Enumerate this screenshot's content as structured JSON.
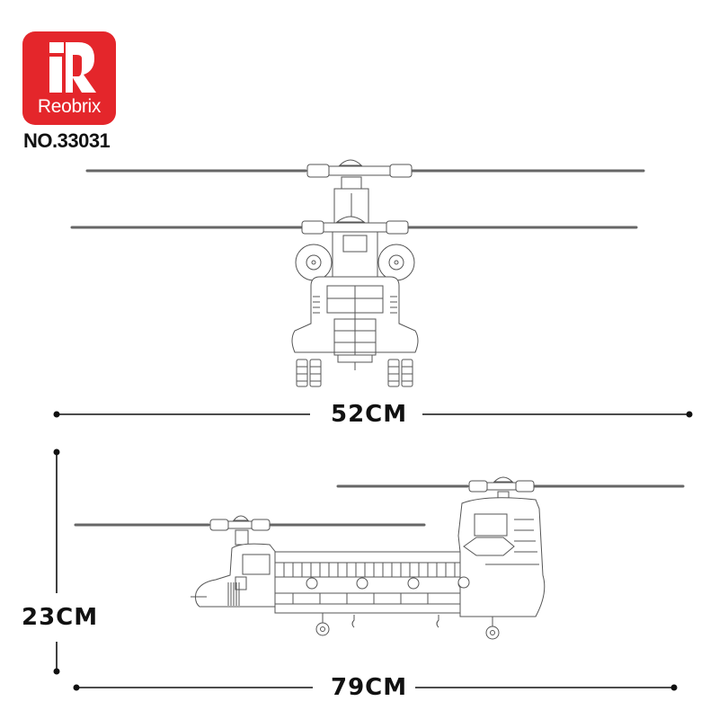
{
  "brand": {
    "name": "Reobrix",
    "logo_mark": "R",
    "logo_color": "#e4262b",
    "model_number": "NO.33031"
  },
  "views": {
    "front": {
      "label": "front-view-helicopter",
      "dimension": "52CM"
    },
    "side": {
      "label": "side-view-helicopter",
      "width_dimension": "79CM",
      "height_dimension": "23CM"
    }
  }
}
